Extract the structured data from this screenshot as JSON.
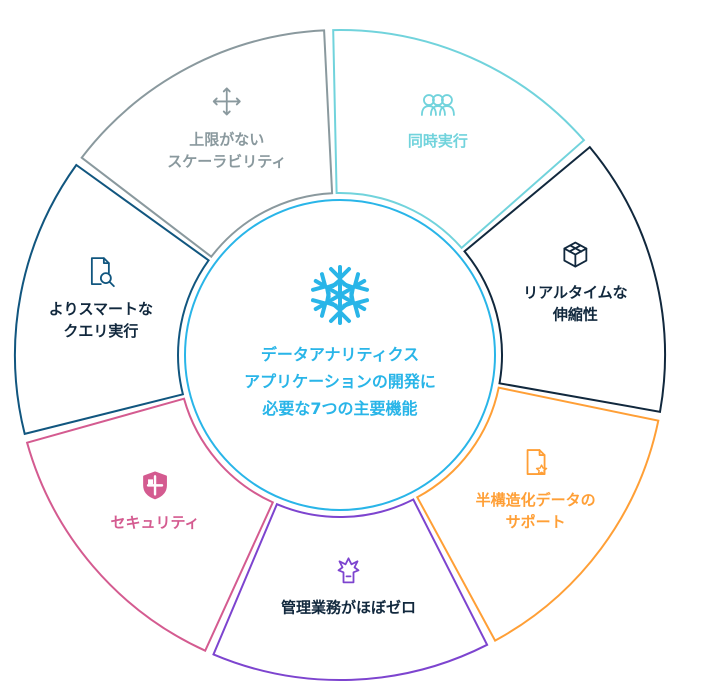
{
  "diagram": {
    "center": {
      "lines": [
        "データアナリティクス",
        "アプリケーションの開発に",
        "必要な7つの主要機能"
      ],
      "color": "#29b5e8",
      "icon": "snowflake-icon"
    },
    "segments": [
      {
        "id": "concurrency",
        "lines": [
          "同時実行"
        ],
        "color": "#71d3dc",
        "text_color": "#71d3dc",
        "icon": "users-icon"
      },
      {
        "id": "realtime",
        "lines": [
          "リアルタイムな",
          "伸縮性"
        ],
        "color": "#11283d",
        "text_color": "#11283d",
        "icon": "cube-icon"
      },
      {
        "id": "semi-structured",
        "lines": [
          "半構造化データの",
          "サポート"
        ],
        "color": "#ff9f36",
        "text_color": "#ff9f36",
        "icon": "document-star-icon"
      },
      {
        "id": "near-zero-management",
        "lines": [
          "管理業務がほぼゼロ"
        ],
        "color": "#7d44cf",
        "text_color": "#11283d",
        "icon": "spark-icon"
      },
      {
        "id": "security",
        "lines": [
          "セキュリティ"
        ],
        "color": "#d45b90",
        "text_color": "#d45b90",
        "icon": "shield-icon"
      },
      {
        "id": "smarter-queries",
        "lines": [
          "よりスマートな",
          "クエリ実行"
        ],
        "color": "#11567f",
        "text_color": "#11283d",
        "icon": "document-search-icon"
      },
      {
        "id": "unlimited-scalability",
        "lines": [
          "上限がない",
          "スケーラビリティ"
        ],
        "color": "#8a999e",
        "text_color": "#8a999e",
        "icon": "move-arrows-icon"
      }
    ]
  }
}
